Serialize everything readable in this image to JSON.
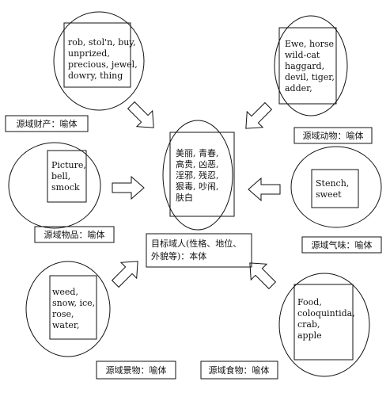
{
  "nodes": {
    "property": {
      "lines": [
        "rob, stol'n, buy,",
        "unprized,",
        "precious, jewel,",
        "dowry, thing"
      ],
      "label": "源域财产：喻体"
    },
    "animals": {
      "lines": [
        "Ewe, horse",
        "wild-cat",
        "haggard,",
        "devil, tiger,",
        "adder,"
      ],
      "label": "源域动物：喻体"
    },
    "articles": {
      "lines": [
        "Picture,",
        "bell,",
        "smock"
      ],
      "label": "源域物品：喻体"
    },
    "smell": {
      "lines": [
        "Stench,",
        "sweet"
      ],
      "label": "源域气味：喻体"
    },
    "scenery": {
      "lines": [
        "weed,",
        "snow, ice,",
        "rose,",
        "water,"
      ],
      "label": "源域景物：喻体"
    },
    "food": {
      "lines": [
        "Food,",
        "coloquintida,",
        "crab,",
        "apple"
      ],
      "label": "源域食物：喻体"
    }
  },
  "center": {
    "lines": [
      "美丽, 青春,",
      "高贵, 凶恶,",
      "淫邪, 残忍,",
      "狠毒, 吵闹,",
      "肤白"
    ]
  },
  "target": {
    "lines": [
      "目标域人(性格、地位、",
      "外貌等)：本体"
    ]
  }
}
